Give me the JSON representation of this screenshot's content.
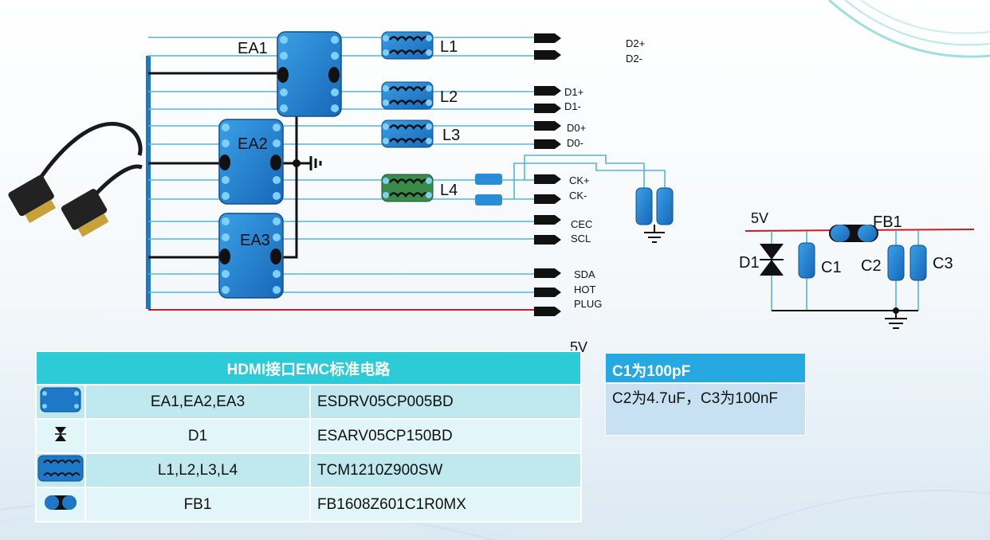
{
  "schematic": {
    "esd_arrays": [
      "EA1",
      "EA2",
      "EA3"
    ],
    "chokes": [
      "L1",
      "L2",
      "L3",
      "L4"
    ],
    "signals": {
      "d2p": "D2+",
      "d2n": "D2-",
      "d1p": "D1+",
      "d1n": "D1-",
      "d0p": "D0+",
      "d0n": "D0-",
      "ckp": "CK+",
      "ckn": "CK-",
      "cec": "CEC",
      "scl": "SCL",
      "sda": "SDA",
      "hot": "HOT",
      "plug": "PLUG"
    },
    "five_v": "5V"
  },
  "power_circuit": {
    "five_v": "5V",
    "fb1": "FB1",
    "d1": "D1",
    "c1": "C1",
    "c2": "C2",
    "c3": "C3"
  },
  "bom_table": {
    "title": "HDMI接口EMC标准电路",
    "rows": [
      {
        "icon": "esd-array-icon",
        "name": "EA1,EA2,EA3",
        "part": "ESDRV05CP005BD"
      },
      {
        "icon": "diode-icon",
        "name": "D1",
        "part": "ESARV05CP150BD"
      },
      {
        "icon": "choke-icon",
        "name": "L1,L2,L3,L4",
        "part": "TCM1210Z900SW"
      },
      {
        "icon": "ferrite-bead-icon",
        "name": "FB1",
        "part": "FB1608Z601C1R0MX"
      }
    ]
  },
  "note": {
    "header": "C1为100pF",
    "body": "C2为4.7uF，C3为100nF"
  },
  "colors": {
    "component_blue": "#1e78c8",
    "line_blue": "#56b4dc",
    "line_red": "#c81e1e",
    "table_header": "#2dcbd8",
    "note_header": "#25a9e0"
  }
}
